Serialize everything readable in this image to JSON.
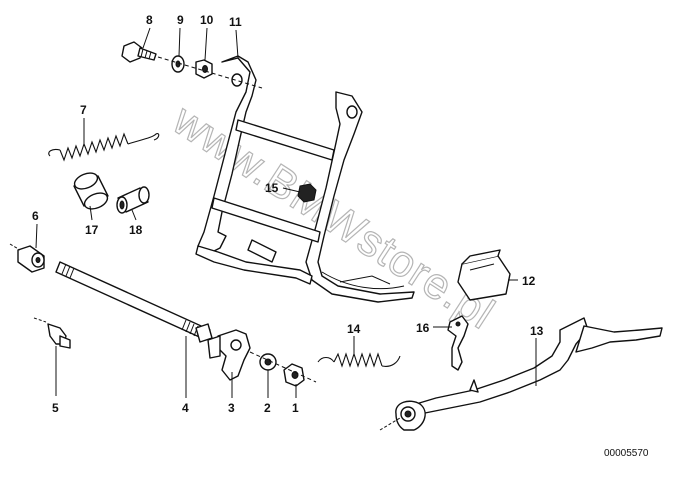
{
  "watermark": "www.BMWstore.pl",
  "drawing_number": "00005570",
  "callouts": {
    "c1": "1",
    "c2": "2",
    "c3": "3",
    "c4": "4",
    "c5": "5",
    "c6": "6",
    "c7": "7",
    "c8": "8",
    "c9": "9",
    "c10": "10",
    "c11": "11",
    "c12": "12",
    "c13": "13",
    "c14": "14",
    "c15": "15",
    "c16": "16",
    "c17": "17",
    "c18": "18"
  }
}
